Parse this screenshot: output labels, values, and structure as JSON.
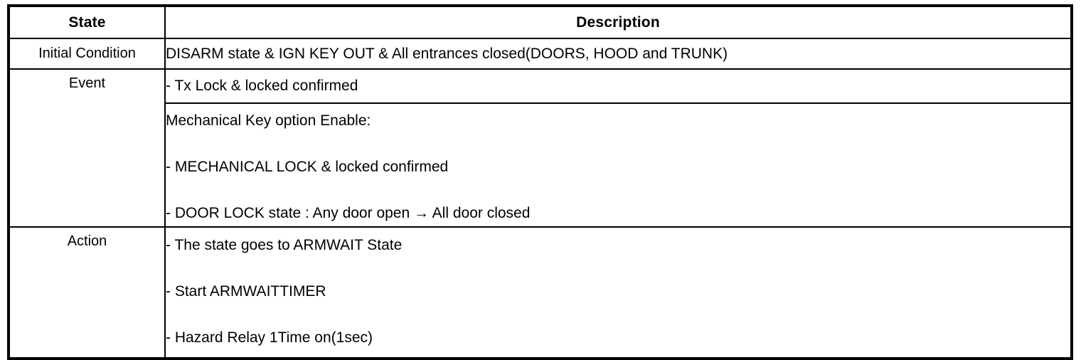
{
  "table": {
    "columns": [
      {
        "key": "state",
        "header": "State"
      },
      {
        "key": "description",
        "header": "Description"
      }
    ],
    "rows": [
      {
        "state": "Initial Condition",
        "lines": [
          "DISARM state & IGN KEY OUT & All entrances closed(DOORS, HOOD and TRUNK)"
        ]
      },
      {
        "state": "Event",
        "lines": [
          "-  Tx Lock & locked confirmed"
        ]
      },
      {
        "state": "",
        "lines": [
          "Mechanical Key option Enable:",
          "-  MECHANICAL LOCK & locked confirmed",
          "-  DOOR LOCK state : Any door open → All door closed"
        ]
      },
      {
        "state": "Action",
        "lines": [
          "-  The state goes to ARMWAIT State",
          "-  Start ARMWAITTIMER",
          "-  Hazard Relay 1Time on(1sec)"
        ]
      }
    ]
  },
  "colors": {
    "background": "#ffffff",
    "border": "#000000",
    "text": "#000000"
  }
}
